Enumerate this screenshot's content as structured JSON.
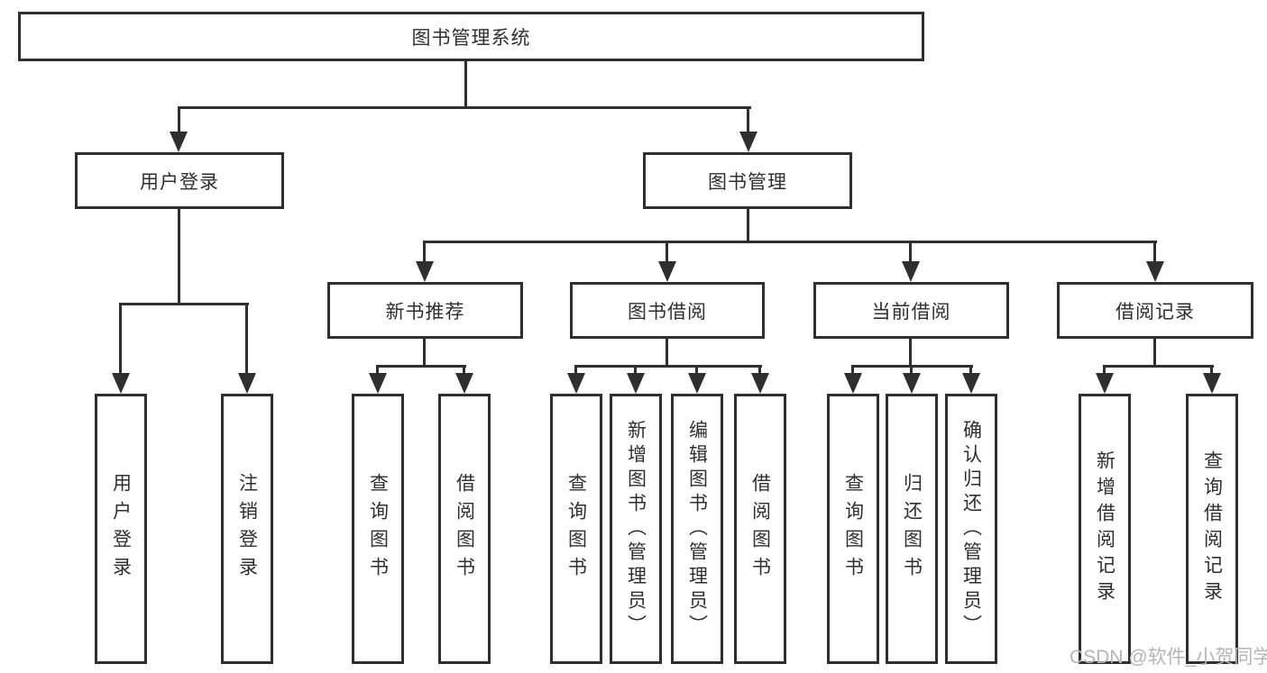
{
  "diagram": {
    "root": "图书管理系统",
    "branches": {
      "user_login": {
        "label": "用户登录",
        "children": [
          "用户登录",
          "注销登录"
        ]
      },
      "book_management": {
        "label": "图书管理",
        "sections": {
          "new_books": {
            "label": "新书推荐",
            "children": [
              "查询图书",
              "借阅图书"
            ]
          },
          "book_borrowing": {
            "label": "图书借阅",
            "children": [
              "查询图书",
              "新增图书（管理员）",
              "编辑图书（管理员）",
              "借阅图书"
            ]
          },
          "current_borrowing": {
            "label": "当前借阅",
            "children": [
              "查询图书",
              "归还图书",
              "确认归还（管理员）"
            ]
          },
          "borrowing_records": {
            "label": "借阅记录",
            "children": [
              "新增借阅记录",
              "查询借阅记录"
            ]
          }
        }
      }
    }
  },
  "watermark": "CSDN @软件_小贺同学",
  "colors": {
    "line": "#2f2f2f",
    "text": "#2f2f2f",
    "watermark": "#b5b5b5",
    "background": "#ffffff"
  }
}
